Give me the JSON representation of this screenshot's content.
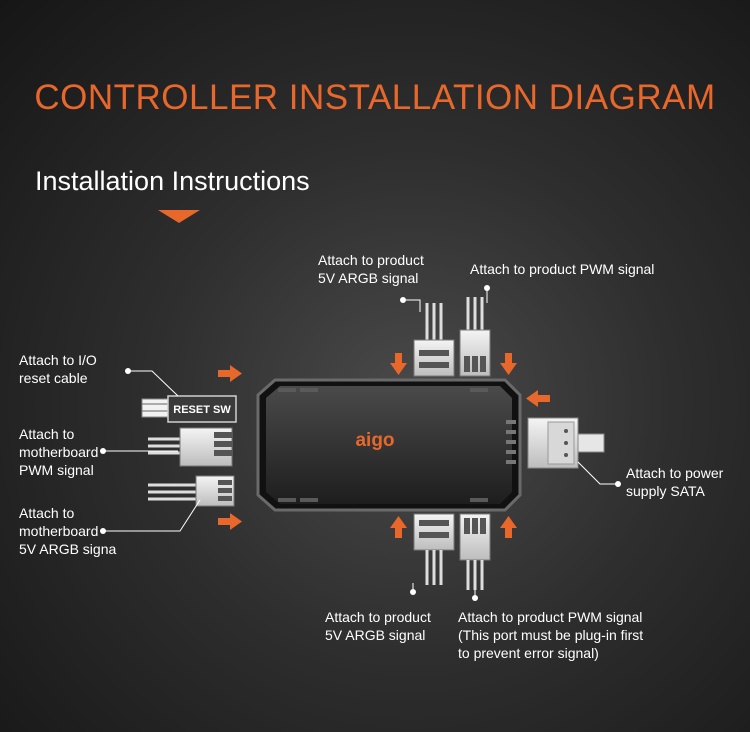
{
  "title": "CONTROLLER INSTALLATION DIAGRAM",
  "subtitle": "Installation Instructions",
  "colors": {
    "accent": "#e8672a",
    "text": "#ffffff",
    "controller_body": "#2a2a2a"
  },
  "controller": {
    "logo": "aigo",
    "reset_label": "RESET SW"
  },
  "labels": {
    "top_argb": [
      "Attach to product",
      "5V ARGB signal"
    ],
    "top_pwm": [
      "Attach to product PWM signal"
    ],
    "io_reset": [
      "Attach to I/O",
      "reset cable"
    ],
    "mb_pwm": [
      "Attach to",
      "motherboard",
      "PWM signal"
    ],
    "mb_argb": [
      "Attach to",
      "motherboard",
      "5V ARGB signa"
    ],
    "sata": [
      "Attach to power",
      "supply SATA"
    ],
    "bottom_argb": [
      "Attach to product",
      "5V ARGB signal"
    ],
    "bottom_pwm": [
      "Attach to product PWM signal",
      "(This port must be plug-in first",
      "to prevent error signal)"
    ]
  }
}
